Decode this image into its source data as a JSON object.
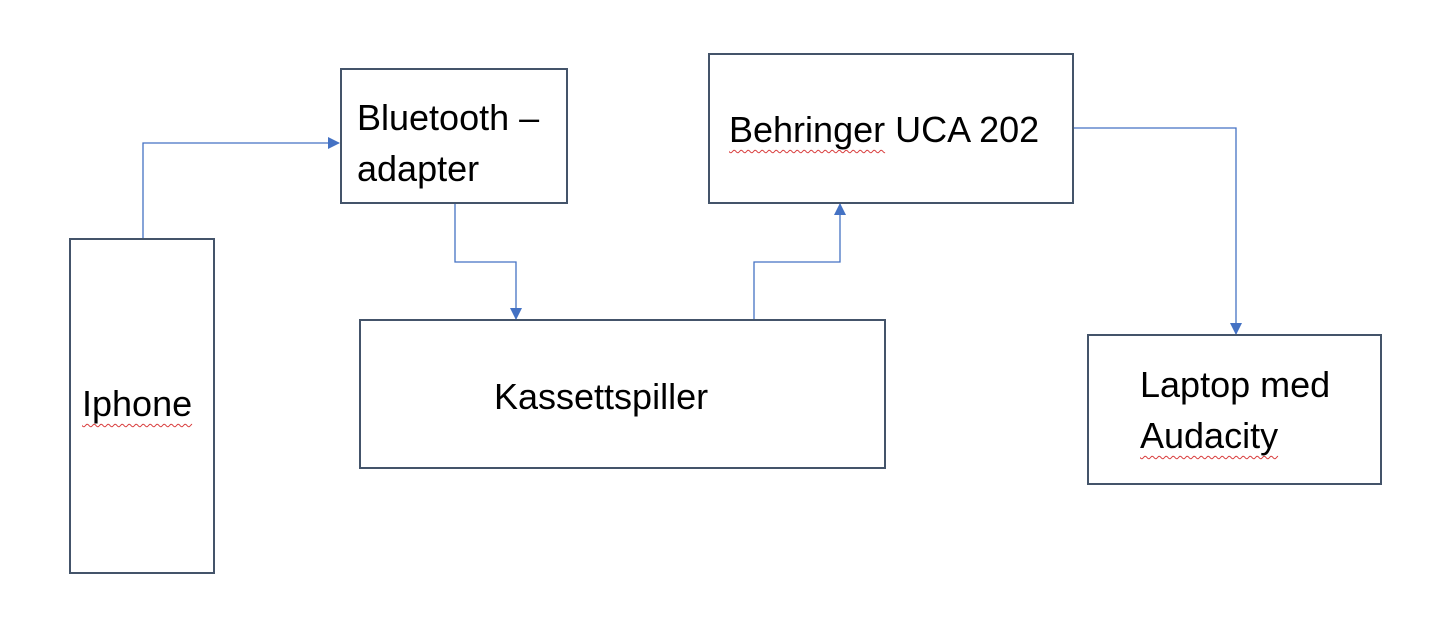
{
  "nodes": {
    "iphone": {
      "label": "Iphone"
    },
    "bluetooth": {
      "line1": "Bluetooth –",
      "line2": "adapter"
    },
    "behringer": {
      "word1": "Behringer",
      "word2": " UCA 202"
    },
    "kassett": {
      "label": "Kassettspiller"
    },
    "laptop": {
      "line1": "Laptop med",
      "line2": "Audacity"
    }
  },
  "colors": {
    "box_border": "#44546a",
    "connector": "#4472c4",
    "spellcheck": "#d83b3b"
  }
}
